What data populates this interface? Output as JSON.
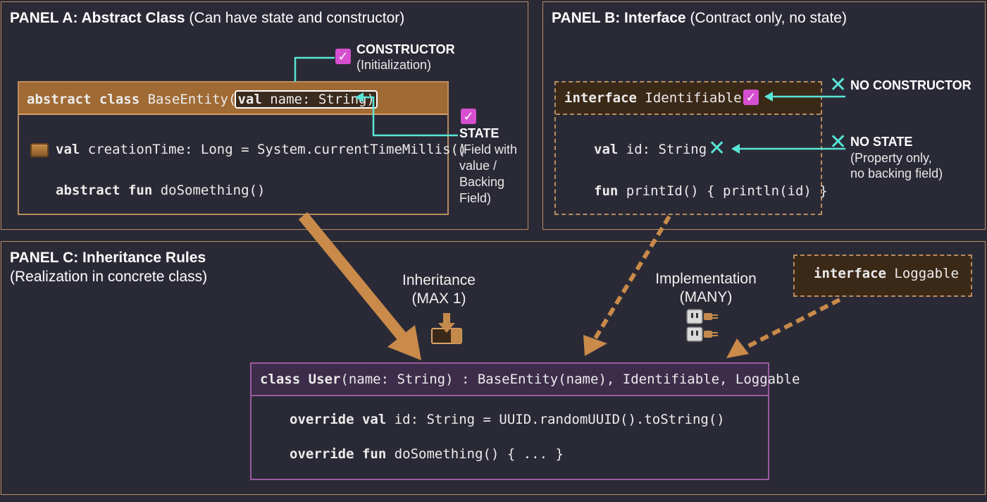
{
  "panel_a": {
    "title_bold": "PANEL A: Abstract Class",
    "title_rest": " (Can have state and constructor)",
    "header_kw": "abstract class",
    "header_name": " BaseEntity(",
    "header_param_kw": "val",
    "header_param": " name: String)",
    "line1_kw": "val",
    "line1_rest": " creationTime: Long = System.currentTimeMillis()",
    "line2_kw": "abstract fun",
    "line2_rest": " doSomething()",
    "constructor_label": "CONSTRUCTOR",
    "constructor_sub": "(Initialization)",
    "state_label": "STATE",
    "state_sub": [
      "(Field with",
      "value /",
      "Backing",
      "Field)"
    ]
  },
  "panel_b": {
    "title_bold": "PANEL B: Interface",
    "title_rest": " (Contract only, no state)",
    "header_kw": "interface",
    "header_name": " Identifiable",
    "line1_kw": "val",
    "line1_rest": " id: String",
    "line2_kw": "fun",
    "line2_rest": " printId() { println(id) }",
    "no_constructor": "NO CONSTRUCTOR",
    "no_state": "NO STATE",
    "no_state_sub": [
      "(Property only,",
      "no backing field)"
    ]
  },
  "panel_c": {
    "title_bold": "PANEL C: Inheritance Rules",
    "subtitle": "(Realization in concrete class)",
    "inheritance_label": "Inheritance",
    "inheritance_sub": "(MAX 1)",
    "implementation_label": "Implementation",
    "implementation_sub": "(MANY)",
    "loggable_kw": "interface",
    "loggable_name": " Loggable",
    "class_kw": "class User",
    "class_rest": "(name: String) : BaseEntity(name), Identifiable, Loggable",
    "line1_kw": "override val",
    "line1_rest": " id: String = UUID.randomUUID().toString()",
    "line2_kw": "override fun",
    "line2_rest": " doSomething() { ... }"
  },
  "glyphs": {
    "check": "✓",
    "cross": "✕"
  },
  "colors": {
    "background": "#2a2a36",
    "panel_border": "#b98d60",
    "abstract_header": "#a06a34",
    "interface_header": "#3b2918",
    "class_border": "#9a5aa0",
    "class_header": "#3d2d4a",
    "check_magenta": "#d64fd0",
    "pointer_cyan": "#58e6d7",
    "arrow_brown": "#c98a4a"
  },
  "icons": [
    "check-box-icon",
    "cross-icon",
    "chip-icon",
    "download-tray-icon",
    "plug-socket-icon"
  ]
}
